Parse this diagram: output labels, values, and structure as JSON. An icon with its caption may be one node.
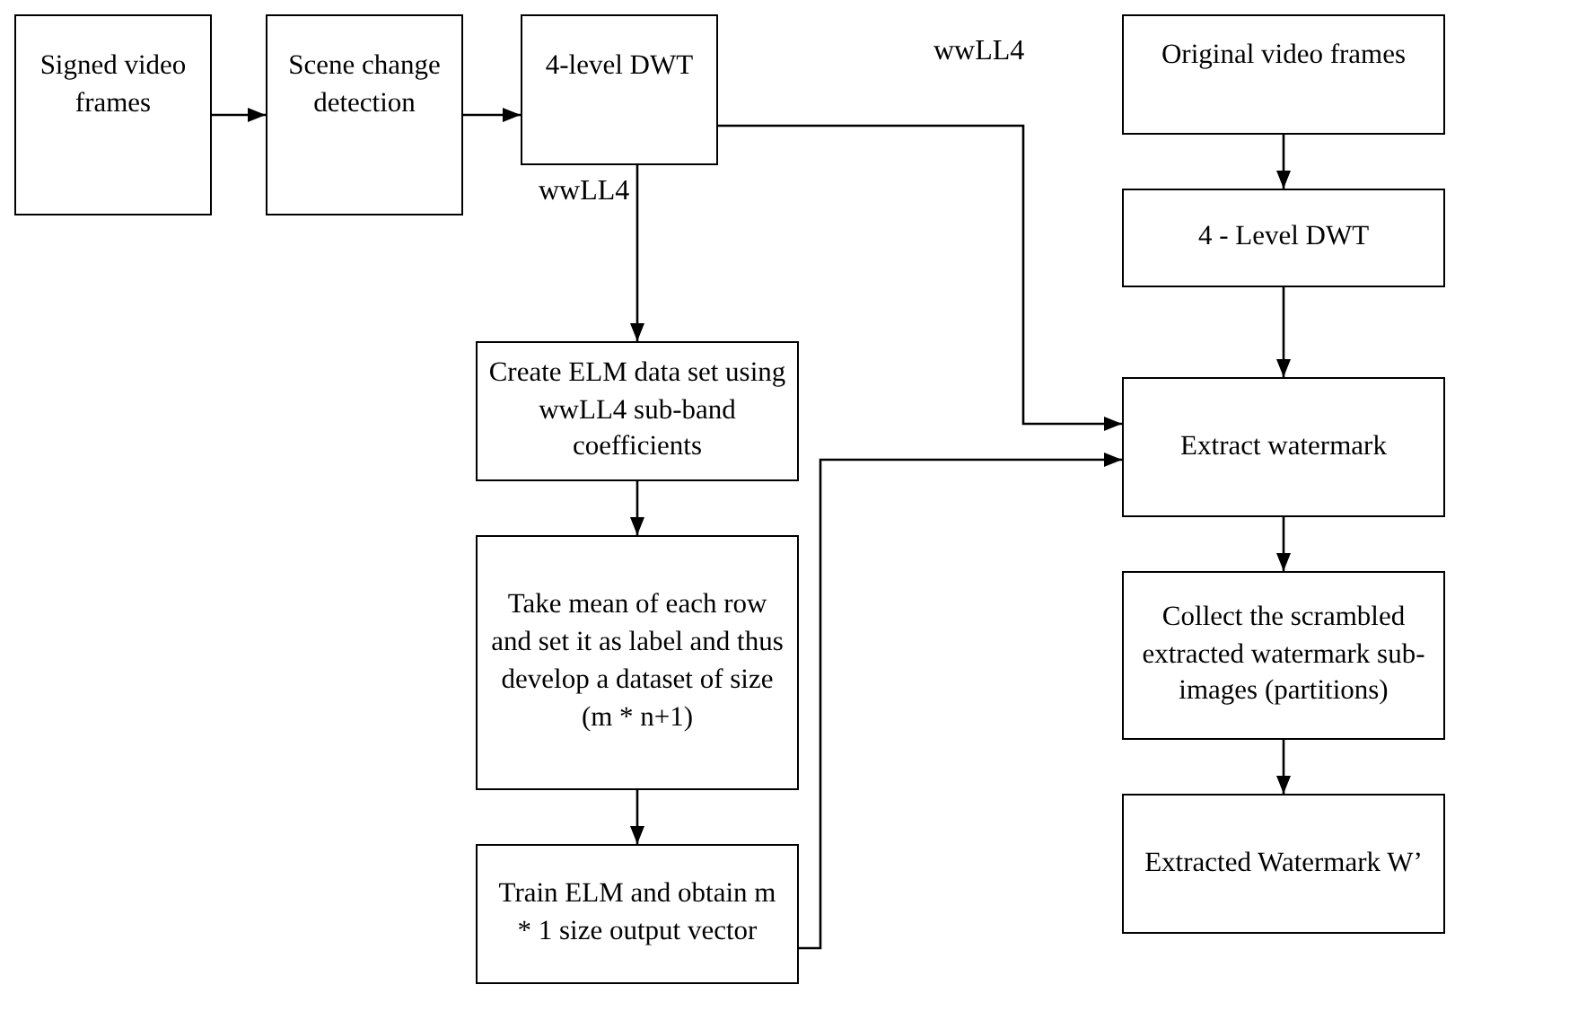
{
  "diagram": {
    "nodes": [
      {
        "text": [
          "Signed video frames"
        ]
      },
      {
        "text": [
          "Scene change detection"
        ]
      },
      {
        "text": [
          "4-level DWT"
        ]
      },
      {
        "text": [
          "Create ELM data set using wwLL4 sub-band coefficients"
        ]
      },
      {
        "text": [
          "Take mean of each row and set it as label and thus develop a dataset of size (m * n+1)"
        ]
      },
      {
        "text": [
          "Train ELM and obtain m * 1 size output vector"
        ]
      },
      {
        "text": [
          "Original video frames"
        ]
      },
      {
        "text": [
          "4 - Level DWT"
        ]
      },
      {
        "text": [
          "Extract watermark"
        ]
      },
      {
        "text": [
          "Collect the scrambled extracted watermark sub- images (partitions)"
        ]
      },
      {
        "text": [
          "Extracted Watermark W’"
        ]
      }
    ],
    "edges": [
      {
        "from": 0,
        "to": 1,
        "arrow": "to"
      },
      {
        "from": 1,
        "to": 2,
        "arrow": "to"
      },
      {
        "from": 2,
        "to": 3,
        "arrow": "to"
      },
      {
        "from": 2,
        "to": 8,
        "arrow": "to"
      },
      {
        "from": 3,
        "to": 4,
        "arrow": "to"
      },
      {
        "from": 4,
        "to": 5,
        "arrow": "to"
      },
      {
        "from": 5,
        "to": 8,
        "arrow": "to"
      },
      {
        "from": 6,
        "to": 7,
        "arrow": "to"
      },
      {
        "from": 7,
        "to": 8,
        "arrow": "to"
      },
      {
        "from": 8,
        "to": 9,
        "arrow": "to"
      },
      {
        "from": 9,
        "to": 10,
        "arrow": "to"
      }
    ],
    "labels": [
      "wwLL4",
      "wwLL4"
    ]
  }
}
